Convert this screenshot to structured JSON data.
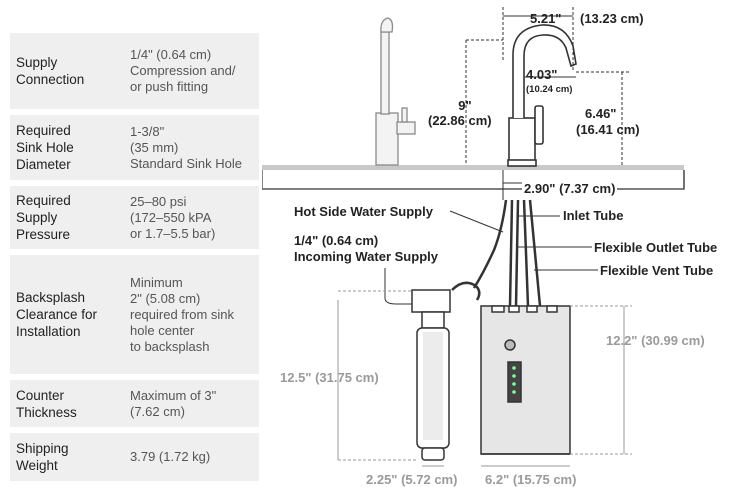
{
  "specs": [
    {
      "label": [
        "Supply",
        "Connection"
      ],
      "value": [
        "1/4\" (0.64 cm)",
        "Compression and/",
        "or push fitting"
      ]
    },
    {
      "label": [
        "Required",
        "Sink Hole",
        "Diameter"
      ],
      "value": [
        "1-3/8\"",
        "(35 mm)",
        "Standard Sink Hole"
      ]
    },
    {
      "label": [
        "Required",
        "Supply",
        "Pressure"
      ],
      "value": [
        "25–80 psi",
        "(172–550 kPA",
        "or 1.7–5.5 bar)"
      ]
    },
    {
      "label": [
        "Backsplash",
        "Clearance for",
        "Installation"
      ],
      "value": [
        "Minimum",
        "2\" (5.08 cm)",
        "required from sink",
        "hole center",
        "to backsplash"
      ]
    },
    {
      "label": [
        "Counter",
        "Thickness"
      ],
      "value": [
        "Maximum of 3\"",
        "(7.62 cm)"
      ]
    },
    {
      "label": [
        "Shipping",
        "Weight"
      ],
      "value": [
        "3.79 (1.72 kg)"
      ]
    }
  ],
  "dimensions": {
    "faucet_reach_in": "5.21\"",
    "faucet_reach_cm": "(13.23 cm)",
    "spout_reach_in": "4.03\"",
    "spout_reach_cm": "(10.24 cm)",
    "faucet_height_in": "9\"",
    "faucet_height_cm": "(22.86 cm)",
    "spout_height_in": "6.46\"",
    "spout_height_cm": "(16.41 cm)",
    "base_width": "2.90\" (7.37 cm)",
    "filter_height": "12.5\" (31.75 cm)",
    "tank_height": "12.2\" (30.99 cm)",
    "filter_width": "2.25\" (5.72 cm)",
    "tank_width": "6.2\" (15.75 cm)"
  },
  "callouts": {
    "hot_side_supply": "Hot Side Water Supply",
    "inlet_tube": "Inlet Tube",
    "incoming_supply_line1": "1/4\" (0.64 cm)",
    "incoming_supply_line2": "Incoming Water Supply",
    "flexible_outlet_tube": "Flexible Outlet Tube",
    "flexible_vent_tube": "Flexible Vent Tube"
  },
  "colors": {
    "line": "#333333",
    "dimension_gray": "#9a9a9a",
    "counter": "#c9c9c9",
    "tank": "#e6e6e6"
  }
}
